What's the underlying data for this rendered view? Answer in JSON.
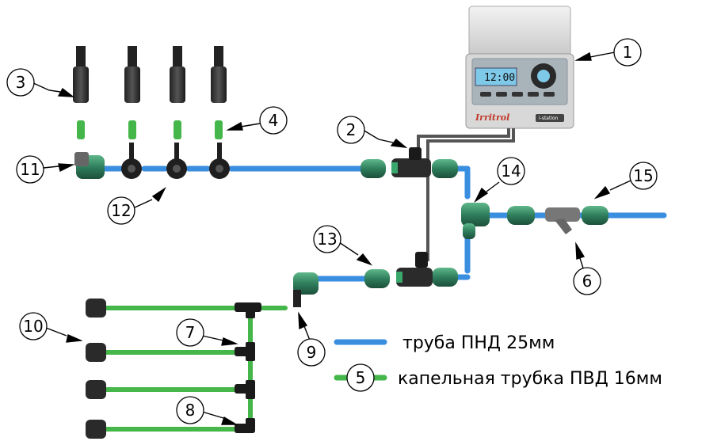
{
  "legend": {
    "hdpe_pipe": "труба ПНД  25мм",
    "drip_tube": "капельная трубка ПВД 16мм",
    "drip_tube_number": "5"
  },
  "controller": {
    "brand": "Irritrol",
    "model": "i-station",
    "display": "12:00"
  },
  "callouts": [
    "1",
    "2",
    "3",
    "4",
    "6",
    "7",
    "8",
    "9",
    "10",
    "11",
    "12",
    "13",
    "14",
    "15"
  ],
  "colors": {
    "hdpe_pipe": "#3a8ee0",
    "drip_tube": "#45b649",
    "fitting_green": "#2e7d5b",
    "wire": "#555555"
  }
}
